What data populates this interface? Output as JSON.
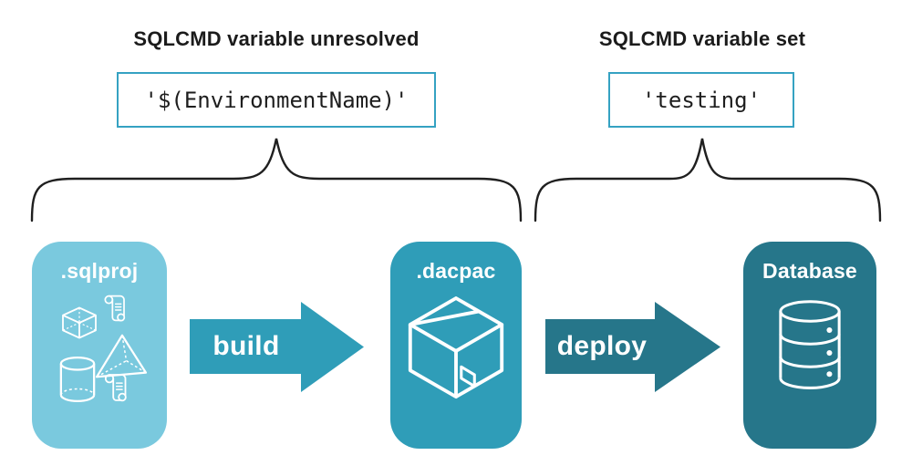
{
  "diagram": {
    "annotations": {
      "unresolved": {
        "title": "SQLCMD variable unresolved",
        "code": "'$(EnvironmentName)'"
      },
      "set": {
        "title": "SQLCMD variable set",
        "code": "'testing'"
      }
    },
    "stages": [
      {
        "label": ".sqlproj",
        "color": "#7ac9de",
        "icons": [
          "script-icon",
          "cube-icon",
          "pyramid-icon",
          "cylinder-icon",
          "script-icon"
        ]
      },
      {
        "label": ".dacpac",
        "color": "#2f9db8",
        "icons": [
          "package-icon"
        ]
      },
      {
        "label": "Database",
        "color": "#26768a",
        "icons": [
          "database-icon"
        ]
      }
    ],
    "arrows": [
      {
        "label": "build",
        "color": "#2f9db8"
      },
      {
        "label": "deploy",
        "color": "#26768a"
      }
    ],
    "colors": {
      "background": "#ffffff",
      "code_box_border": "#35a2c2",
      "heading_text": "#1b1b1b",
      "code_text": "#1e1e1e",
      "brace_stroke": "#1f1f1f",
      "icon_stroke": "#ffffff"
    }
  }
}
